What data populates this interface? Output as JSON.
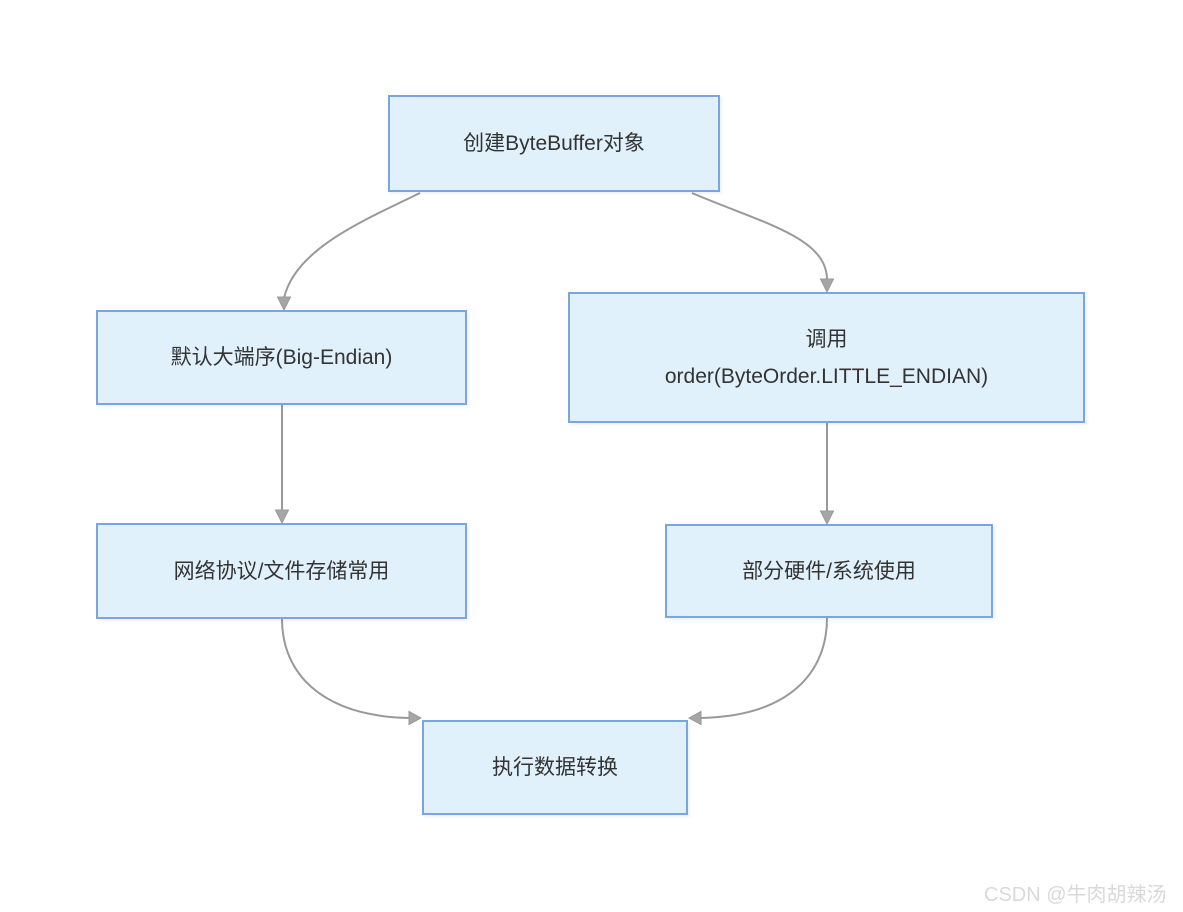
{
  "diagram": {
    "nodes": {
      "create": {
        "label": "创建ByteBuffer对象"
      },
      "big_endian": {
        "label": "默认大端序(Big-Endian)"
      },
      "order_call": {
        "line1": "调用",
        "line2": "order(ByteOrder.LITTLE_ENDIAN)"
      },
      "network": {
        "label": "网络协议/文件存储常用"
      },
      "hardware": {
        "label": "部分硬件/系统使用"
      },
      "convert": {
        "label": "执行数据转换"
      }
    },
    "edges": [
      {
        "from": "create",
        "to": "big_endian"
      },
      {
        "from": "create",
        "to": "order_call"
      },
      {
        "from": "big_endian",
        "to": "network"
      },
      {
        "from": "order_call",
        "to": "hardware"
      },
      {
        "from": "network",
        "to": "convert"
      },
      {
        "from": "hardware",
        "to": "convert"
      }
    ],
    "colors": {
      "node_fill": "#e1f1fc",
      "node_border": "#79a5e0",
      "text": "#333333",
      "arrow": "#999999",
      "arrow_head": "#a6a6a6",
      "watermark": "#d9d9d9"
    }
  },
  "watermark": {
    "text": "CSDN @牛肉胡辣汤"
  }
}
